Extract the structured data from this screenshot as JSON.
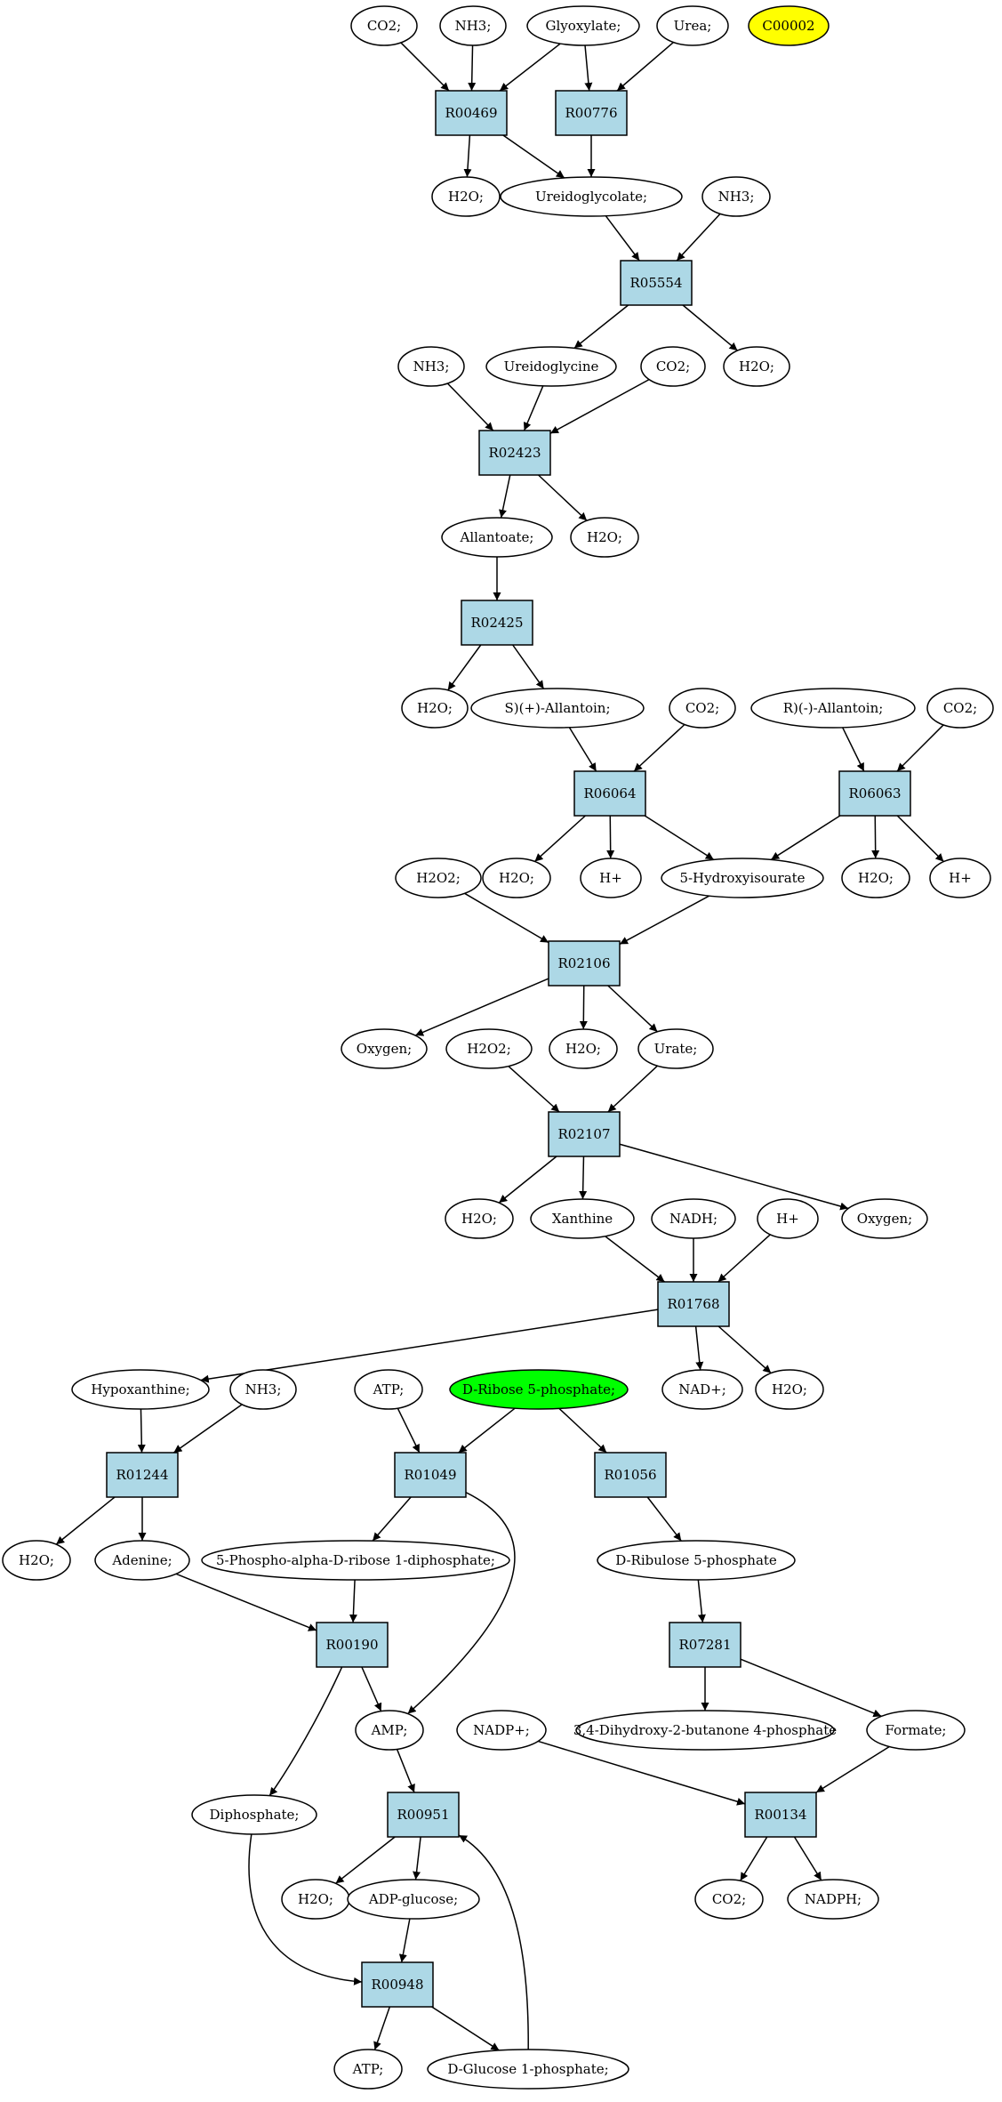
{
  "diagram": {
    "reactions": [
      {
        "id": "R00469",
        "label": "R00469"
      },
      {
        "id": "R00776",
        "label": "R00776"
      },
      {
        "id": "R05554",
        "label": "R05554"
      },
      {
        "id": "R02423",
        "label": "R02423"
      },
      {
        "id": "R02425",
        "label": "R02425"
      },
      {
        "id": "R06064",
        "label": "R06064"
      },
      {
        "id": "R06063",
        "label": "R06063"
      },
      {
        "id": "R02106",
        "label": "R02106"
      },
      {
        "id": "R02107",
        "label": "R02107"
      },
      {
        "id": "R01768",
        "label": "R01768"
      },
      {
        "id": "R01244",
        "label": "R01244"
      },
      {
        "id": "R01049",
        "label": "R01049"
      },
      {
        "id": "R01056",
        "label": "R01056"
      },
      {
        "id": "R00190",
        "label": "R00190"
      },
      {
        "id": "R07281",
        "label": "R07281"
      },
      {
        "id": "R00951",
        "label": "R00951"
      },
      {
        "id": "R00134",
        "label": "R00134"
      },
      {
        "id": "R00948",
        "label": "R00948"
      }
    ],
    "compounds": [
      {
        "id": "co2_1",
        "label": "CO2;"
      },
      {
        "id": "nh3_1",
        "label": "NH3;"
      },
      {
        "id": "glyoxylate",
        "label": "Glyoxylate;"
      },
      {
        "id": "urea",
        "label": "Urea;"
      },
      {
        "id": "c00002",
        "label": "C00002",
        "highlight": "#ffff00"
      },
      {
        "id": "h2o_1",
        "label": "H2O;"
      },
      {
        "id": "ureidoglycolate",
        "label": "Ureidoglycolate;"
      },
      {
        "id": "nh3_2",
        "label": "NH3;"
      },
      {
        "id": "nh3_3",
        "label": "NH3;"
      },
      {
        "id": "ureidoglycine",
        "label": "Ureidoglycine"
      },
      {
        "id": "co2_2",
        "label": "CO2;"
      },
      {
        "id": "h2o_2",
        "label": "H2O;"
      },
      {
        "id": "allantoate",
        "label": "Allantoate;"
      },
      {
        "id": "h2o_3",
        "label": "H2O;"
      },
      {
        "id": "h2o_4",
        "label": "H2O;"
      },
      {
        "id": "s_allantoin",
        "label": "S)(+)-Allantoin;"
      },
      {
        "id": "co2_3",
        "label": "CO2;"
      },
      {
        "id": "r_allantoin",
        "label": "R)(-)-Allantoin;"
      },
      {
        "id": "co2_4",
        "label": "CO2;"
      },
      {
        "id": "h2o2_1",
        "label": "H2O2;"
      },
      {
        "id": "h2o_5",
        "label": "H2O;"
      },
      {
        "id": "hplus_1",
        "label": "H+"
      },
      {
        "id": "hydroxyisourate",
        "label": "5-Hydroxyisourate"
      },
      {
        "id": "h2o_6",
        "label": "H2O;"
      },
      {
        "id": "hplus_2",
        "label": "H+"
      },
      {
        "id": "oxygen_1",
        "label": "Oxygen;"
      },
      {
        "id": "h2o2_2",
        "label": "H2O2;"
      },
      {
        "id": "h2o_7",
        "label": "H2O;"
      },
      {
        "id": "urate",
        "label": "Urate;"
      },
      {
        "id": "h2o_8",
        "label": "H2O;"
      },
      {
        "id": "xanthine",
        "label": "Xanthine"
      },
      {
        "id": "nadh",
        "label": "NADH;"
      },
      {
        "id": "hplus_3",
        "label": "H+"
      },
      {
        "id": "oxygen_2",
        "label": "Oxygen;"
      },
      {
        "id": "hypoxanthine",
        "label": "Hypoxanthine;"
      },
      {
        "id": "nh3_4",
        "label": "NH3;"
      },
      {
        "id": "atp_1",
        "label": "ATP;"
      },
      {
        "id": "ribose5p",
        "label": "D-Ribose 5-phosphate;",
        "highlight": "#00ff00"
      },
      {
        "id": "nadplus",
        "label": "NAD+;"
      },
      {
        "id": "h2o_9",
        "label": "H2O;"
      },
      {
        "id": "h2o_10",
        "label": "H2O;"
      },
      {
        "id": "adenine",
        "label": "Adenine;"
      },
      {
        "id": "prpp",
        "label": "5-Phospho-alpha-D-ribose 1-diphosphate;"
      },
      {
        "id": "ribulose5p",
        "label": "D-Ribulose 5-phosphate"
      },
      {
        "id": "amp",
        "label": "AMP;"
      },
      {
        "id": "dhbp",
        "label": "3,4-Dihydroxy-2-butanone 4-phosphate"
      },
      {
        "id": "nadpplus",
        "label": "NADP+;"
      },
      {
        "id": "formate",
        "label": "Formate;"
      },
      {
        "id": "diphosphate",
        "label": "Diphosphate;"
      },
      {
        "id": "h2o_11",
        "label": "H2O;"
      },
      {
        "id": "adpglucose",
        "label": "ADP-glucose;"
      },
      {
        "id": "co2_5",
        "label": "CO2;"
      },
      {
        "id": "nadph",
        "label": "NADPH;"
      },
      {
        "id": "atp_2",
        "label": "ATP;"
      },
      {
        "id": "glucose1p",
        "label": "D-Glucose 1-phosphate;"
      }
    ],
    "edges": [
      [
        "co2_1",
        "R00469"
      ],
      [
        "nh3_1",
        "R00469"
      ],
      [
        "glyoxylate",
        "R00469"
      ],
      [
        "R00469",
        "h2o_1"
      ],
      [
        "R00469",
        "ureidoglycolate"
      ],
      [
        "glyoxylate",
        "R00776"
      ],
      [
        "urea",
        "R00776"
      ],
      [
        "R00776",
        "ureidoglycolate"
      ],
      [
        "ureidoglycolate",
        "R05554"
      ],
      [
        "nh3_2",
        "R05554"
      ],
      [
        "R05554",
        "ureidoglycine"
      ],
      [
        "R05554",
        "h2o_2"
      ],
      [
        "nh3_3",
        "R02423"
      ],
      [
        "ureidoglycine",
        "R02423"
      ],
      [
        "co2_2",
        "R02423"
      ],
      [
        "R02423",
        "allantoate"
      ],
      [
        "R02423",
        "h2o_3"
      ],
      [
        "allantoate",
        "R02425"
      ],
      [
        "R02425",
        "h2o_4"
      ],
      [
        "R02425",
        "s_allantoin"
      ],
      [
        "s_allantoin",
        "R06064"
      ],
      [
        "co2_3",
        "R06064"
      ],
      [
        "R06064",
        "h2o_5"
      ],
      [
        "R06064",
        "hplus_1"
      ],
      [
        "R06064",
        "hydroxyisourate"
      ],
      [
        "r_allantoin",
        "R06063"
      ],
      [
        "co2_4",
        "R06063"
      ],
      [
        "R06063",
        "hydroxyisourate"
      ],
      [
        "R06063",
        "h2o_6"
      ],
      [
        "R06063",
        "hplus_2"
      ],
      [
        "h2o2_1",
        "R02106"
      ],
      [
        "hydroxyisourate",
        "R02106"
      ],
      [
        "R02106",
        "oxygen_1"
      ],
      [
        "R02106",
        "h2o_7"
      ],
      [
        "R02106",
        "urate"
      ],
      [
        "h2o2_2",
        "R02107"
      ],
      [
        "urate",
        "R02107"
      ],
      [
        "R02107",
        "h2o_8"
      ],
      [
        "R02107",
        "xanthine"
      ],
      [
        "R02107",
        "oxygen_2"
      ],
      [
        "xanthine",
        "R01768"
      ],
      [
        "nadh",
        "R01768"
      ],
      [
        "hplus_3",
        "R01768"
      ],
      [
        "R01768",
        "hypoxanthine"
      ],
      [
        "R01768",
        "nadplus"
      ],
      [
        "R01768",
        "h2o_9"
      ],
      [
        "hypoxanthine",
        "R01244"
      ],
      [
        "nh3_4",
        "R01244"
      ],
      [
        "R01244",
        "h2o_10"
      ],
      [
        "R01244",
        "adenine"
      ],
      [
        "atp_1",
        "R01049"
      ],
      [
        "ribose5p",
        "R01049"
      ],
      [
        "R01049",
        "prpp"
      ],
      [
        "R01049",
        "amp"
      ],
      [
        "ribose5p",
        "R01056"
      ],
      [
        "R01056",
        "ribulose5p"
      ],
      [
        "adenine",
        "R00190"
      ],
      [
        "prpp",
        "R00190"
      ],
      [
        "R00190",
        "amp"
      ],
      [
        "R00190",
        "diphosphate"
      ],
      [
        "ribulose5p",
        "R07281"
      ],
      [
        "R07281",
        "dhbp"
      ],
      [
        "R07281",
        "formate"
      ],
      [
        "amp",
        "R00951"
      ],
      [
        "glucose1p",
        "R00951"
      ],
      [
        "R00951",
        "h2o_11"
      ],
      [
        "R00951",
        "adpglucose"
      ],
      [
        "nadpplus",
        "R00134"
      ],
      [
        "formate",
        "R00134"
      ],
      [
        "R00134",
        "co2_5"
      ],
      [
        "R00134",
        "nadph"
      ],
      [
        "adpglucose",
        "R00948"
      ],
      [
        "diphosphate",
        "R00948"
      ],
      [
        "R00948",
        "atp_2"
      ],
      [
        "R00948",
        "glucose1p"
      ]
    ]
  }
}
